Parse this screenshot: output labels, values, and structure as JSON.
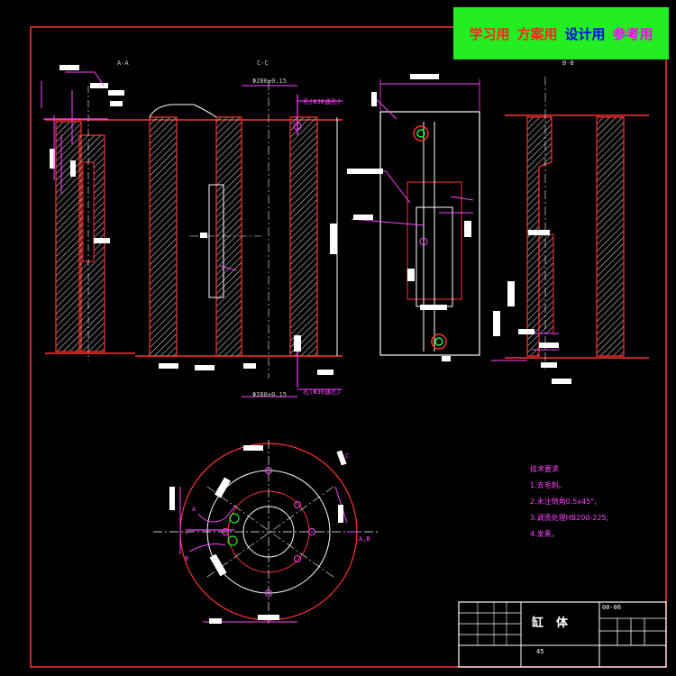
{
  "banner": {
    "items": [
      {
        "text": "学习用",
        "color": "#ff2222"
      },
      {
        "text": "方案用",
        "color": "#ff2222"
      },
      {
        "text": "设计用",
        "color": "#0000ff"
      },
      {
        "text": "参考用",
        "color": "#ff00ff"
      }
    ]
  },
  "views": {
    "section_aa": "A-A",
    "section_cc": "C-C",
    "section_bb": "B-B"
  },
  "dimensions": {
    "top_diameter": "Φ280±0.15",
    "bottom_diameter": "Φ280±0.15",
    "hole_note_top": "孔(Φ30通孔)",
    "hole_note_bottom": "孔(Φ30通孔)"
  },
  "cutting_planes": {
    "a": "A",
    "b": "B",
    "c": "C",
    "ab": "A,B"
  },
  "technical_requirements": {
    "title": "技术要求",
    "items": [
      "1.去毛刺。",
      "2.未注倒角0.5x45°;",
      "3.调质处理HB200-225;",
      "4.发黑。"
    ]
  },
  "title_block": {
    "part_name": "缸体",
    "drawing_code": "00-06",
    "material": "45"
  },
  "colors": {
    "outline": "#ff3333",
    "hatch": "#ffffff",
    "dimension": "#ff44ff",
    "centerline": "#ffffff",
    "frame": "#ff3333",
    "banner_bg": "#22ee22"
  }
}
